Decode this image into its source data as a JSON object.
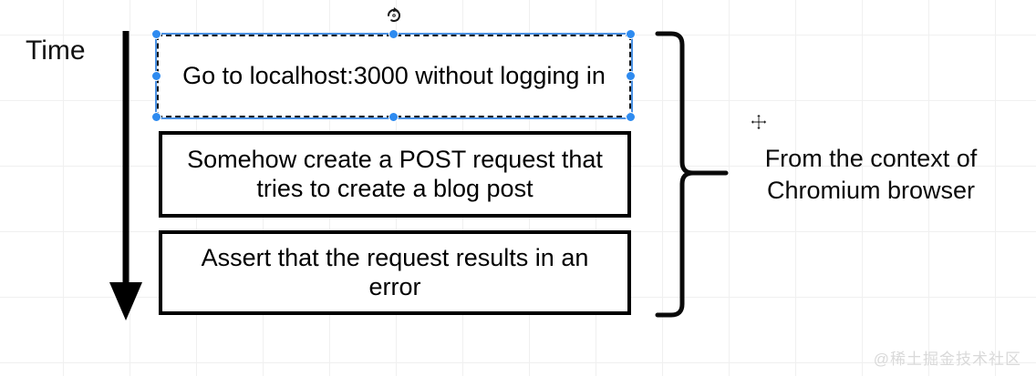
{
  "canvas": {
    "background_color": "#ffffff",
    "grid_color": "#f0f0f0"
  },
  "axis": {
    "label": "Time",
    "icon": "down-arrow-icon",
    "direction": "down"
  },
  "steps": [
    {
      "id": "step-1",
      "text": "Go to localhost:3000 without logging in",
      "selected": true,
      "selection_color": "#2e8bf0"
    },
    {
      "id": "step-2",
      "text": "Somehow create a POST request that tries to create a blog post",
      "selected": false
    },
    {
      "id": "step-3",
      "text": "Assert that the request results in an error",
      "selected": false
    }
  ],
  "annotation": {
    "brace": "right-curly-brace",
    "line1": "From the context of",
    "line2": "Chromium browser"
  },
  "cursor": {
    "type": "move-cursor"
  },
  "handles": {
    "rotate_icon": "rotate-icon",
    "count": 8
  },
  "watermark": {
    "text": "@稀土掘金技术社区",
    "color": "#d9d9d9"
  }
}
